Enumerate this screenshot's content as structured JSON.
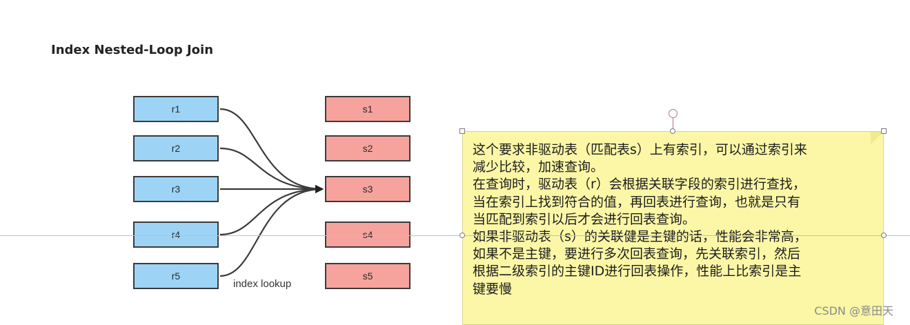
{
  "title": "Index Nested-Loop Join",
  "driving_table": [
    "r1",
    "r2",
    "r3",
    "r4",
    "r5"
  ],
  "driven_table": [
    "s1",
    "s2",
    "s3",
    "s4",
    "s5"
  ],
  "connections": [
    {
      "from": "r1",
      "to": "s3"
    },
    {
      "from": "r2",
      "to": "s3"
    },
    {
      "from": "r3",
      "to": "s3"
    },
    {
      "from": "r4",
      "to": "s3"
    },
    {
      "from": "r5",
      "to": "s3"
    }
  ],
  "connector_label": "index lookup",
  "note": {
    "lines": [
      "这个要求非驱动表（匹配表s）上有索引，可以通过索引来",
      "减少比较，加速查询。",
      "在查询时，驱动表（r）会根据关联字段的索引进行查找，",
      "当在索引上找到符合的值，再回表进行查询，也就是只有",
      "当匹配到索引以后才会进行回表查询。",
      "如果非驱动表（s）的关联健是主键的话，性能会非常高，",
      "如果不是主键，要进行多次回表查询，先关联索引，然后",
      "根据二级索引的主键ID进行回表操作，性能上比索引是主",
      "键要慢"
    ]
  },
  "watermark": "CSDN @意田天",
  "colors": {
    "driving_fill": "#9dd4f6",
    "driven_fill": "#f7a39d",
    "note_fill": "#fbf7a6",
    "guide_line": "#9ec8ee"
  }
}
